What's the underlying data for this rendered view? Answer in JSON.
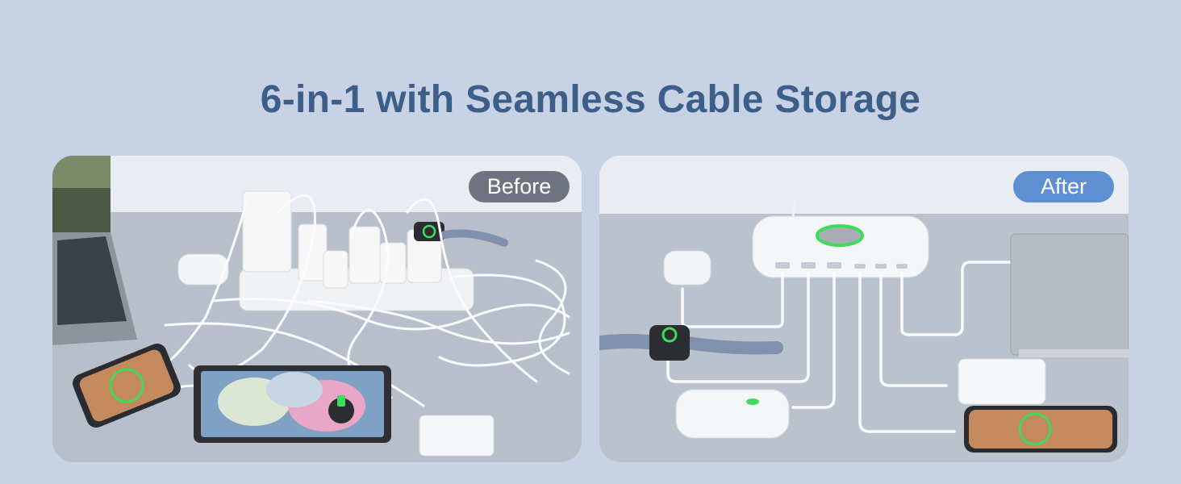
{
  "headline": "6-in-1 with Seamless Cable Storage",
  "panels": {
    "before": {
      "label": "Before"
    },
    "after": {
      "label": "After"
    }
  },
  "colors": {
    "background": "#c7d3e5",
    "headline": "#3e5e8a",
    "before_badge": "#6f7480",
    "after_badge": "#5e8fd3",
    "charging_ring": "#3ddc5a"
  }
}
